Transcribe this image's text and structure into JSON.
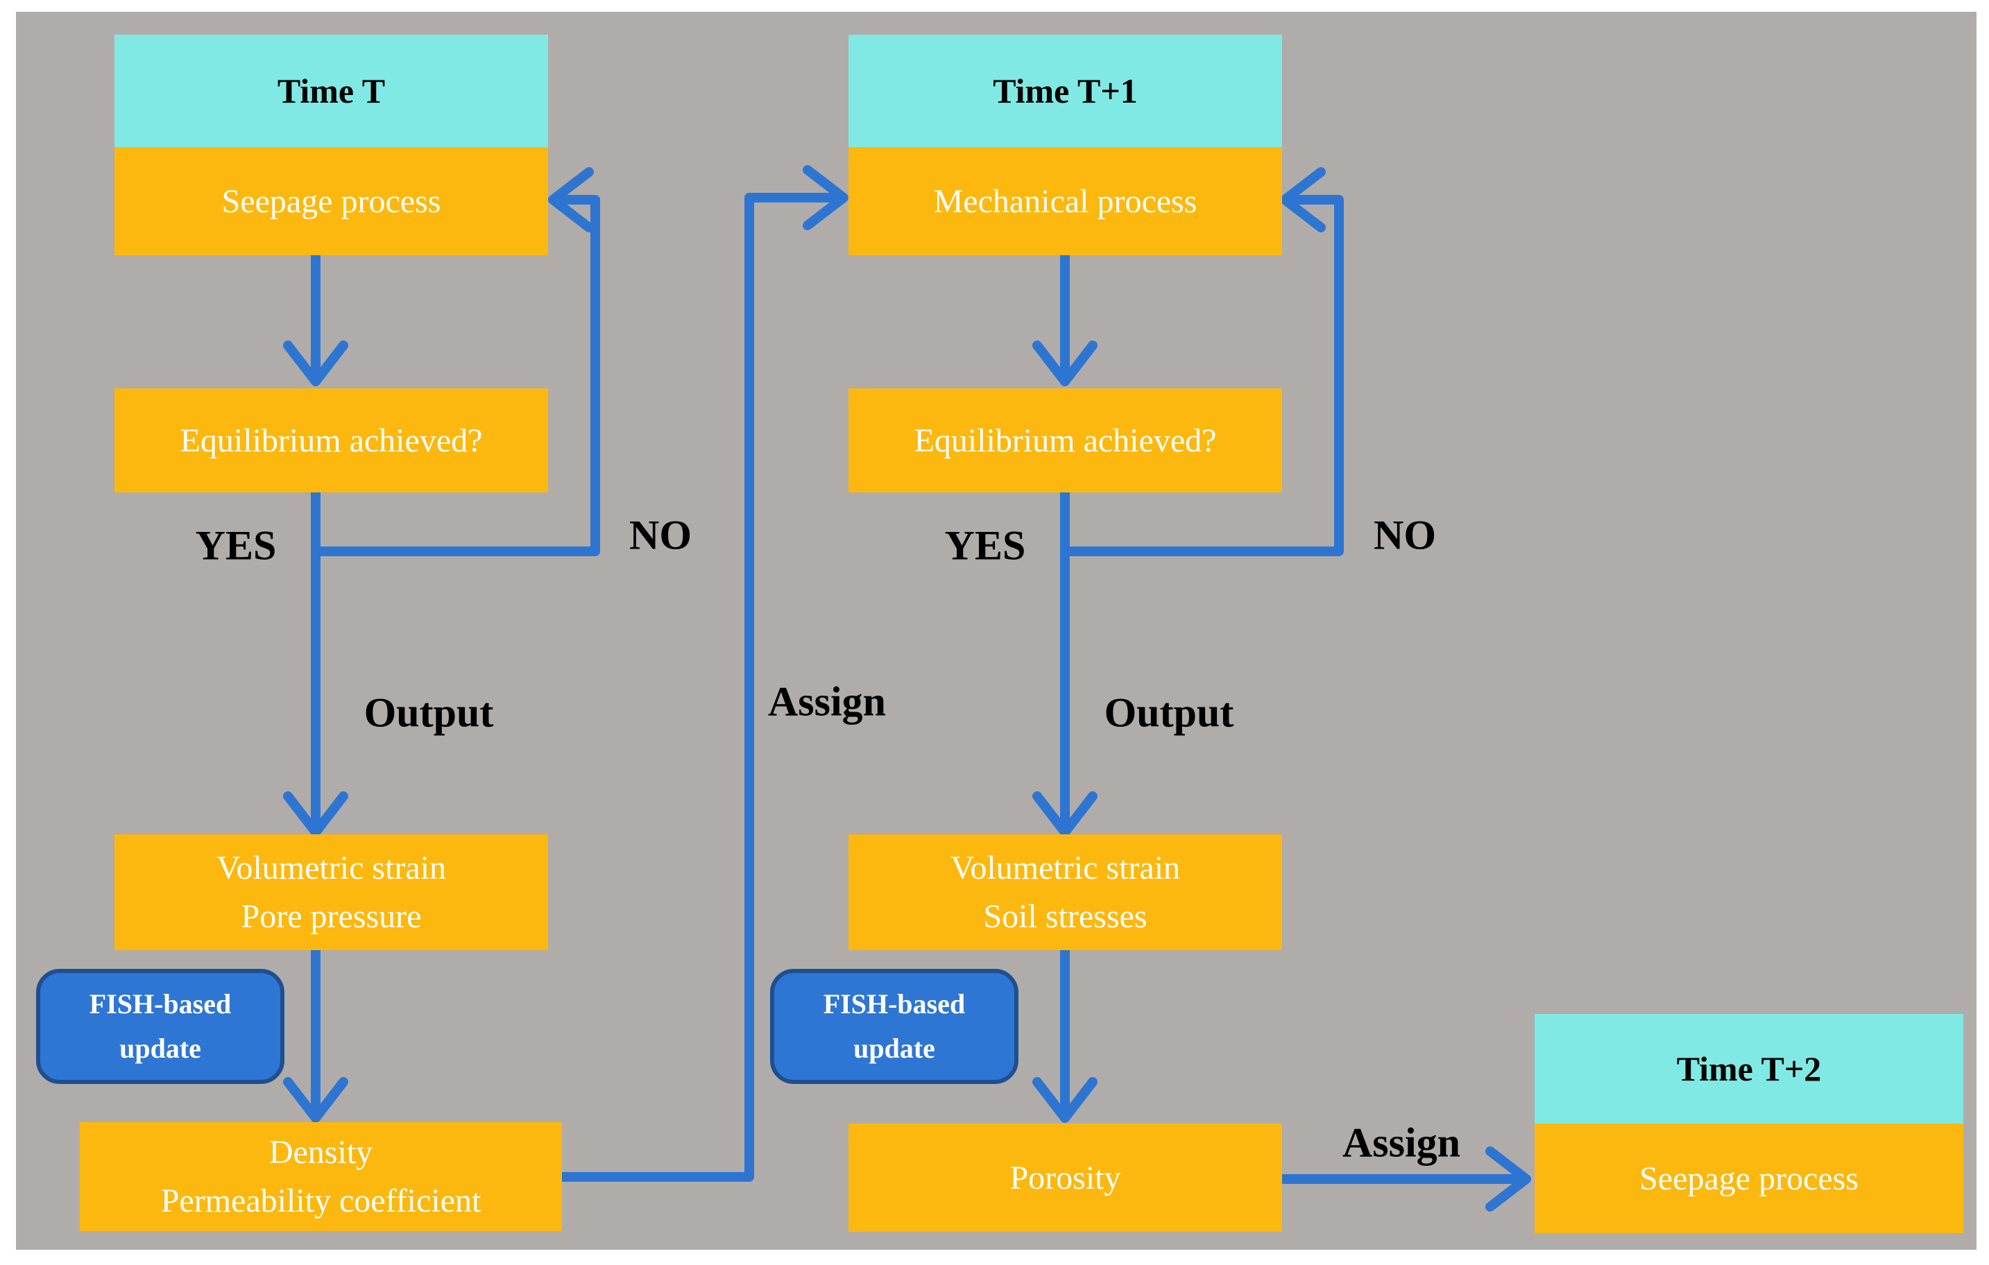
{
  "colors": {
    "page_bg": "#ffffff",
    "panel_bg": "#b0acaa",
    "header_cyan": "#80e9e3",
    "box_orange": "#fdb80f",
    "arrow_blue": "#2e75d2",
    "fish_fill": "#2e76d4",
    "fish_border": "#1e4f8f",
    "header_text": "#000000",
    "box_text": "#ffffff",
    "label_text": "#000000"
  },
  "left": {
    "time_label": "Time T",
    "process_label": "Seepage process",
    "decision_label": "Equilibrium achieved?",
    "yes_label": "YES",
    "no_label": "NO",
    "output_label": "Output",
    "output_box": {
      "line1": "Volumetric strain",
      "line2": "Pore pressure"
    },
    "fish_box": {
      "line1": "FISH-based",
      "line2": "update"
    },
    "result_box": {
      "line1": "Density",
      "line2": "Permeability coefficient"
    },
    "assign_label": "Assign"
  },
  "middle": {
    "time_label": "Time T+1",
    "process_label": "Mechanical process",
    "decision_label": "Equilibrium achieved?",
    "yes_label": "YES",
    "no_label": "NO",
    "output_label": "Output",
    "output_box": {
      "line1": "Volumetric strain",
      "line2": "Soil stresses"
    },
    "fish_box": {
      "line1": "FISH-based",
      "line2": "update"
    },
    "result_box": {
      "line1": "Porosity"
    },
    "assign_label": "Assign"
  },
  "right": {
    "time_label": "Time T+2",
    "process_label": "Seepage process"
  }
}
